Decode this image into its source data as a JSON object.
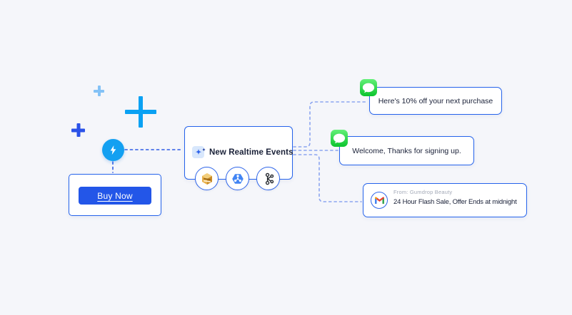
{
  "colors": {
    "background": "#F5F6FA",
    "card_border": "#2563EB",
    "connector_strong": "#2E5BE6",
    "connector_light": "#8CA5F0",
    "buy_button": "#2356E8",
    "lightning_circle": "#13A0F1",
    "plus_light_blue": "#84C2F6",
    "plus_bright_blue": "#0AA1F3",
    "plus_royal_blue": "#2B52E8",
    "imessage_green": "#1FCA39",
    "gmail_red": "#EA4335",
    "text_dark": "#1A2138",
    "text_muted": "#A4AAB8"
  },
  "trigger": {
    "button_label": "Buy Now"
  },
  "events_card": {
    "title": "New Realtime Events",
    "source_icons": [
      "aws-eventbridge",
      "google-cloud-pubsub",
      "apache-kafka"
    ]
  },
  "messages": [
    {
      "channel": "imessage",
      "text": "Here's 10% off your next purchase"
    },
    {
      "channel": "imessage",
      "text": "Welcome, Thanks for signing up."
    },
    {
      "channel": "gmail",
      "from_line": "From: Gumdrop Beauty",
      "subject": "24 Hour Flash Sale, Offer Ends at midnight"
    }
  ]
}
